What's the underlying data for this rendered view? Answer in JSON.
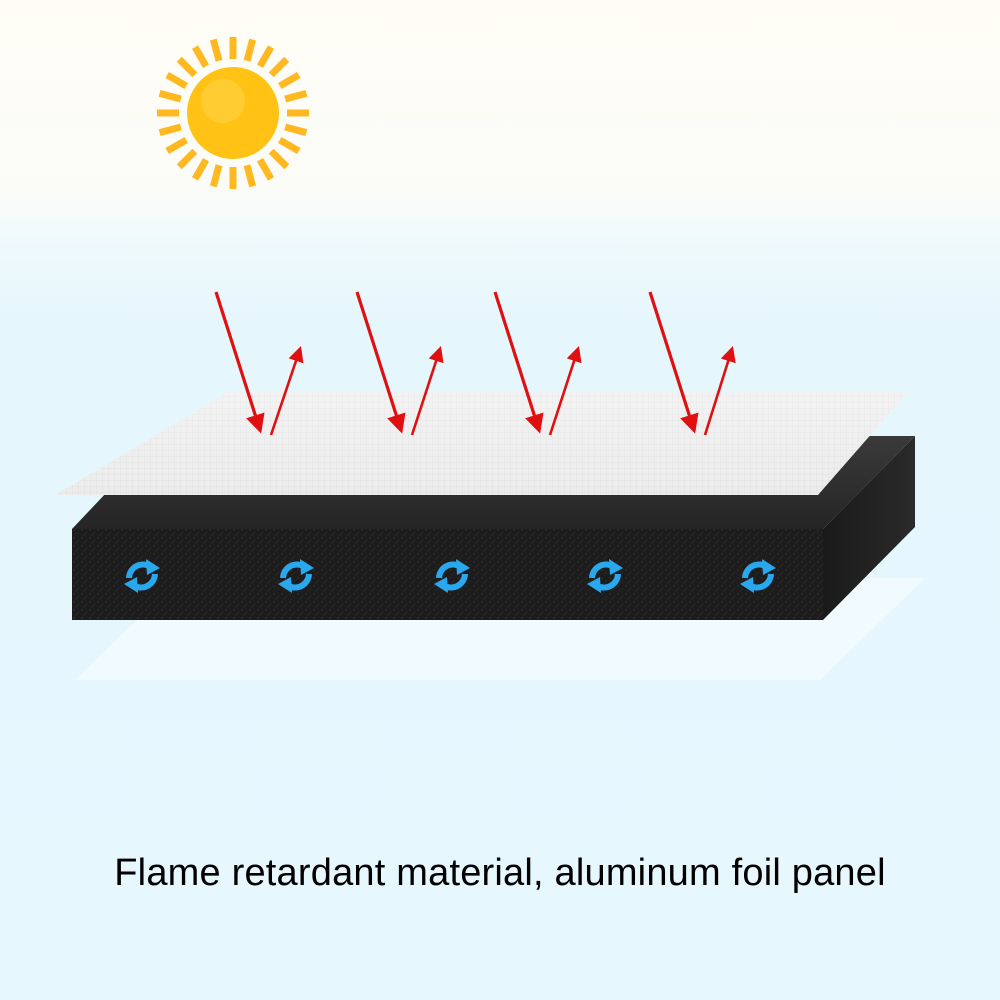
{
  "caption": "Flame retardant material, aluminum foil panel",
  "colors": {
    "sun_core": "#FFC215",
    "sun_rays": "#FFB820",
    "arrow": "#E01010",
    "foam": "#1E1E1E",
    "foil": "#ECECEC",
    "circulation_icon": "#2AA8EE"
  },
  "icons": {
    "sun": "sun-icon",
    "incoming_rays": "red-arrow-down",
    "reflected_rays": "red-arrow-up",
    "circulation": "circular-arrows-icon"
  }
}
